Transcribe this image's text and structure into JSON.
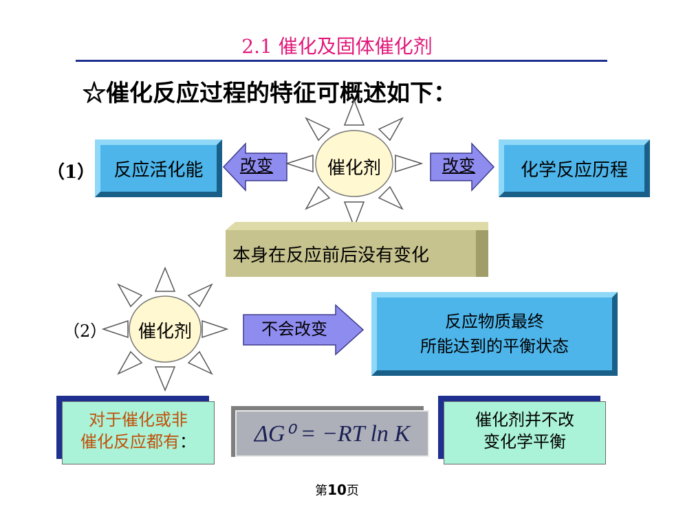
{
  "title": "2.1 催化及固体催化剂",
  "intro": "☆催化反应过程的特征可概述如下：",
  "section1": {
    "label": "（1）",
    "left_box": "反应活化能",
    "left_arrow": "改变",
    "center": "催化剂",
    "right_arrow": "改变",
    "right_box": "化学反应历程",
    "bottom_box": "本身在反应前后没有变化"
  },
  "section2": {
    "label": "（2）",
    "center": "催化剂",
    "arrow": "不会改变",
    "box_line1": "反应物质最终",
    "box_line2": "所能达到的平衡状态"
  },
  "bottom": {
    "left_line1": "对于催化或非",
    "left_line2": "催化反应都有",
    "left_colon": "：",
    "formula": "ΔG⁰ = −RT ln K",
    "right_line1": "催化剂并不改",
    "right_line2": "变化学平衡"
  },
  "footer": {
    "prefix": "第",
    "page": "10",
    "suffix": "页"
  },
  "colors": {
    "title": "#e0197a",
    "rule": "#1f2f8f",
    "blue_box": "#4db5ea",
    "arrow": "#8f8cf0",
    "sun": "#fff8d0",
    "cylinder": "#c7c38f",
    "green_box": "#aaf3d8",
    "navy_shadow": "#1e2f8f",
    "orange_text": "#c0500a"
  }
}
